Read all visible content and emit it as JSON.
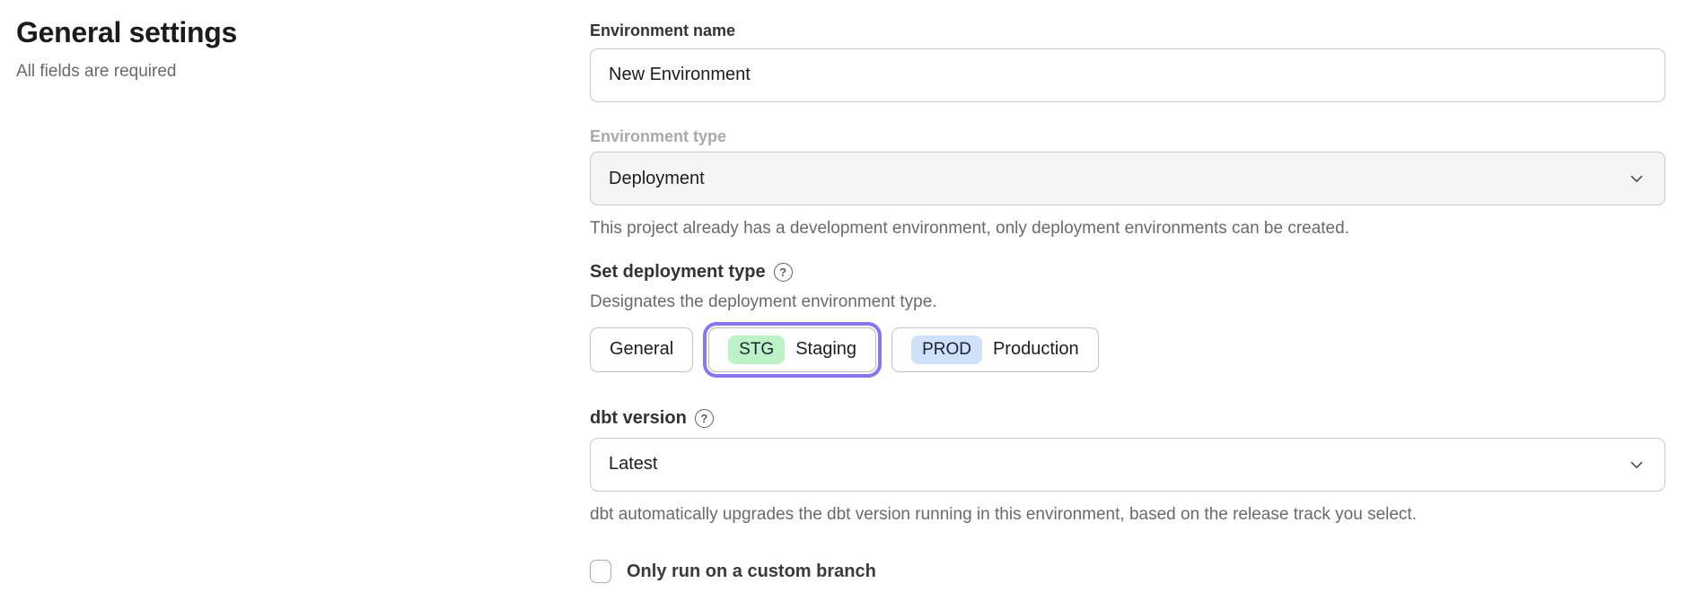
{
  "page": {
    "title": "General settings",
    "subtitle": "All fields are required"
  },
  "form": {
    "environment_name": {
      "label": "Environment name",
      "value": "New Environment"
    },
    "environment_type": {
      "label": "Environment type",
      "value": "Deployment",
      "helper": "This project already has a development environment, only deployment environments can be created."
    },
    "deployment_type": {
      "label": "Set deployment type",
      "helper": "Designates the deployment environment type.",
      "options": [
        {
          "label": "General",
          "badge": "",
          "selected": false
        },
        {
          "label": "Staging",
          "badge": "STG",
          "badge_color": "#bdf2c6",
          "selected": true
        },
        {
          "label": "Production",
          "badge": "PROD",
          "badge_color": "#cfe0fa",
          "selected": false
        }
      ]
    },
    "dbt_version": {
      "label": "dbt version",
      "value": "Latest",
      "helper": "dbt automatically upgrades the dbt version running in this environment, based on the release track you select."
    },
    "custom_branch": {
      "label": "Only run on a custom branch",
      "checked": false
    }
  },
  "icons": {
    "help_glyph": "?"
  },
  "colors": {
    "selected_ring": "#8975f0",
    "staging_badge_bg": "#bdf2c6",
    "production_badge_bg": "#cfe0fa",
    "disabled_field_bg": "#f5f5f5"
  }
}
